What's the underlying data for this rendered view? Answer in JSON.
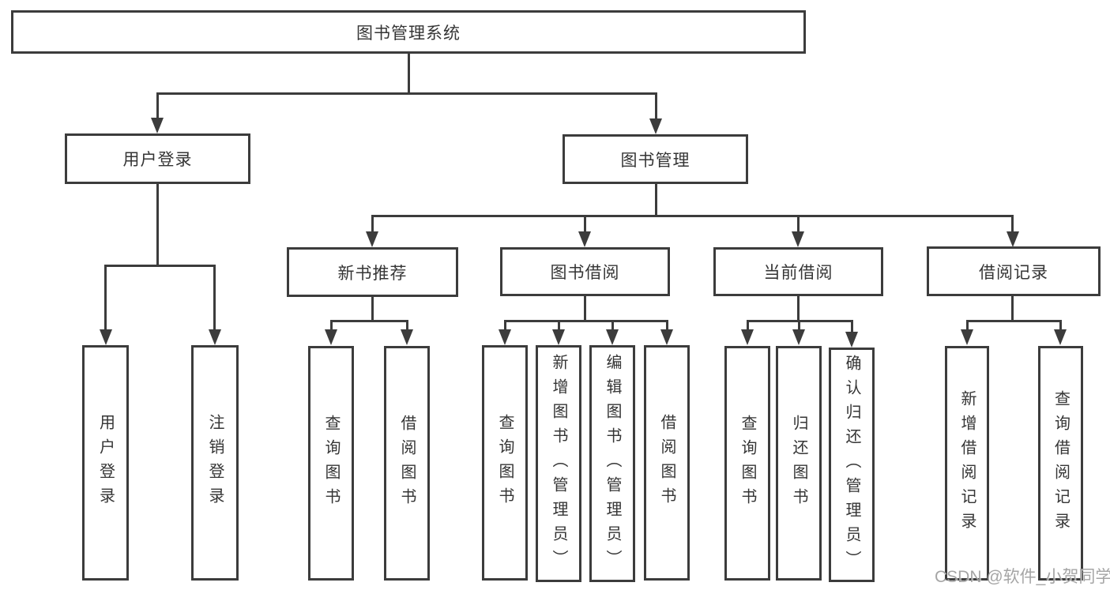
{
  "diagram": {
    "root": {
      "label": "图书管理系统"
    },
    "level2": [
      {
        "label": "用户登录"
      },
      {
        "label": "图书管理"
      }
    ],
    "level3": [
      {
        "label": "新书推荐"
      },
      {
        "label": "图书借阅"
      },
      {
        "label": "当前借阅"
      },
      {
        "label": "借阅记录"
      }
    ],
    "leaves": {
      "user_login": [
        "用户登录",
        "注销登录"
      ],
      "new_books": [
        "查询图书",
        "借阅图书"
      ],
      "borrow": [
        "查询图书",
        "新增图书（管理员）",
        "编辑图书（管理员）",
        "借阅图书"
      ],
      "current": [
        "查询图书",
        "归还图书",
        "确认归还（管理员）"
      ],
      "records": [
        "新增借阅记录",
        "查询借阅记录"
      ]
    },
    "watermark": "CSDN @软件_小贺同学"
  }
}
